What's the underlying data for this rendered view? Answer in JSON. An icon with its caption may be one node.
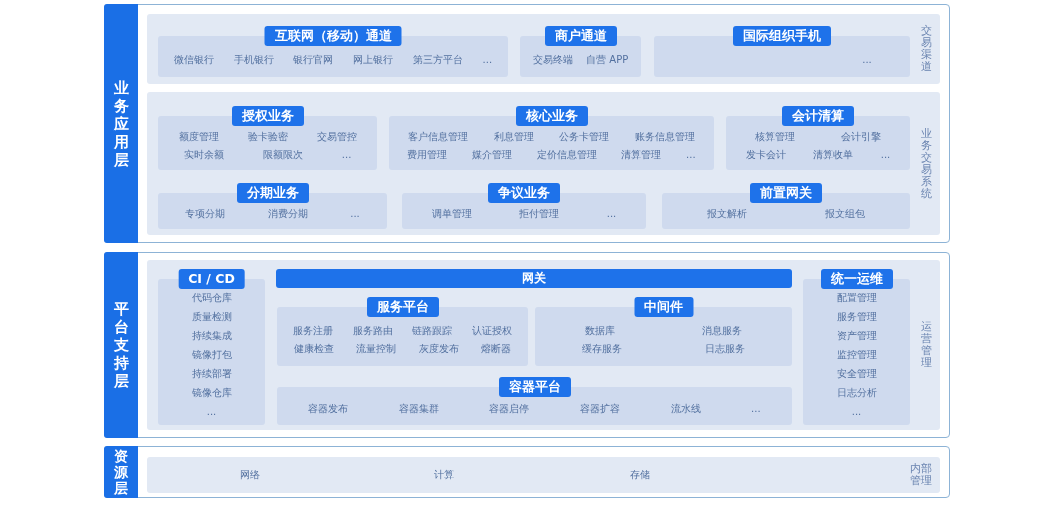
{
  "diagram": {
    "nodes": [
      {
        "text": [
          "业务应用层"
        ]
      },
      {
        "text": [
          "交易渠道"
        ],
        "in": 0
      },
      {
        "text": [
          "互联网（移动）通道",
          "微信银行",
          "手机银行",
          "银行官网",
          "网上银行",
          "第三方平台",
          "..."
        ],
        "in": 1
      },
      {
        "text": [
          "商户通道",
          "交易终端",
          "自营 APP"
        ],
        "in": 1
      },
      {
        "text": [
          "国际组织手机",
          "..."
        ],
        "in": 1
      },
      {
        "text": [
          "业务交易系统"
        ],
        "in": 0
      },
      {
        "text": [
          "授权业务",
          "额度管理",
          "验卡验密",
          "交易管控",
          "实时余额",
          "限额限次",
          "..."
        ],
        "in": 5
      },
      {
        "text": [
          "核心业务",
          "客户信息管理",
          "利息管理",
          "公务卡管理",
          "账务信息管理",
          "费用管理",
          "媒介管理",
          "定价信息管理",
          "清算管理",
          "..."
        ],
        "in": 5
      },
      {
        "text": [
          "会计清算",
          "核算管理",
          "会计引擎",
          "发卡会计",
          "清算收单",
          "..."
        ],
        "in": 5
      },
      {
        "text": [
          "分期业务",
          "专项分期",
          "消费分期",
          "..."
        ],
        "in": 5
      },
      {
        "text": [
          "争议业务",
          "调单管理",
          "拒付管理",
          "..."
        ],
        "in": 5
      },
      {
        "text": [
          "前置网关",
          "报文解析",
          "报文组包"
        ],
        "in": 5
      },
      {
        "text": [
          "平台支持层"
        ]
      },
      {
        "text": [
          "运营管理"
        ],
        "in": 12
      },
      {
        "text": [
          "CI / CD",
          "代码仓库",
          "质量检测",
          "持续集成",
          "镜像打包",
          "持续部署",
          "镜像仓库",
          "..."
        ],
        "in": 13
      },
      {
        "text": [
          "网关"
        ],
        "in": 13
      },
      {
        "text": [
          "服务平台",
          "服务注册",
          "服务路由",
          "链路跟踪",
          "认证授权",
          "健康检查",
          "流量控制",
          "灰度发布",
          "熔断器"
        ],
        "in": 13
      },
      {
        "text": [
          "中间件",
          "数据库",
          "消息服务",
          "缓存服务",
          "日志服务"
        ],
        "in": 13
      },
      {
        "text": [
          "容器平台",
          "容器发布",
          "容器集群",
          "容器启停",
          "容器扩容",
          "流水线",
          "..."
        ],
        "in": 13
      },
      {
        "text": [
          "统一运维",
          "配置管理",
          "服务管理",
          "资产管理",
          "监控管理",
          "安全管理",
          "日志分析",
          "..."
        ],
        "in": 13
      },
      {
        "text": [
          "资源层"
        ]
      },
      {
        "text": [
          "网络",
          "计算",
          "存储",
          "内部管理"
        ],
        "in": 20
      }
    ]
  }
}
